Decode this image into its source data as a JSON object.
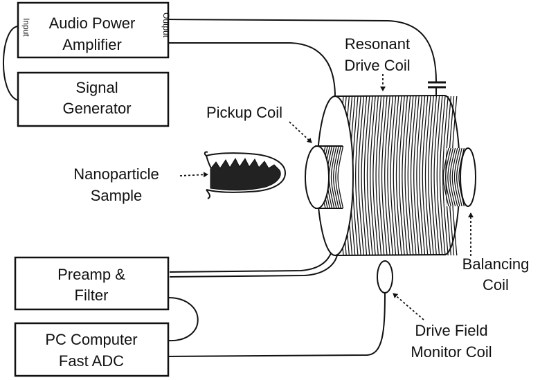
{
  "boxes": {
    "amplifier": {
      "line1": "Audio Power",
      "line2": "Amplifier",
      "input_label": "Input",
      "output_label": "Output"
    },
    "signal_generator": {
      "line1": "Signal",
      "line2": "Generator"
    },
    "preamp": {
      "line1": "Preamp &",
      "line2": "Filter"
    },
    "pc": {
      "line1": "PC Computer",
      "line2": "Fast ADC"
    }
  },
  "labels": {
    "resonant_drive_coil": {
      "line1": "Resonant",
      "line2": "Drive Coil"
    },
    "pickup_coil": "Pickup Coil",
    "nanoparticle_sample": {
      "line1": "Nanoparticle",
      "line2": "Sample"
    },
    "balancing_coil": {
      "line1": "Balancing",
      "line2": "Coil"
    },
    "drive_field_monitor_coil": {
      "line1": "Drive Field",
      "line2": "Monitor Coil"
    }
  }
}
